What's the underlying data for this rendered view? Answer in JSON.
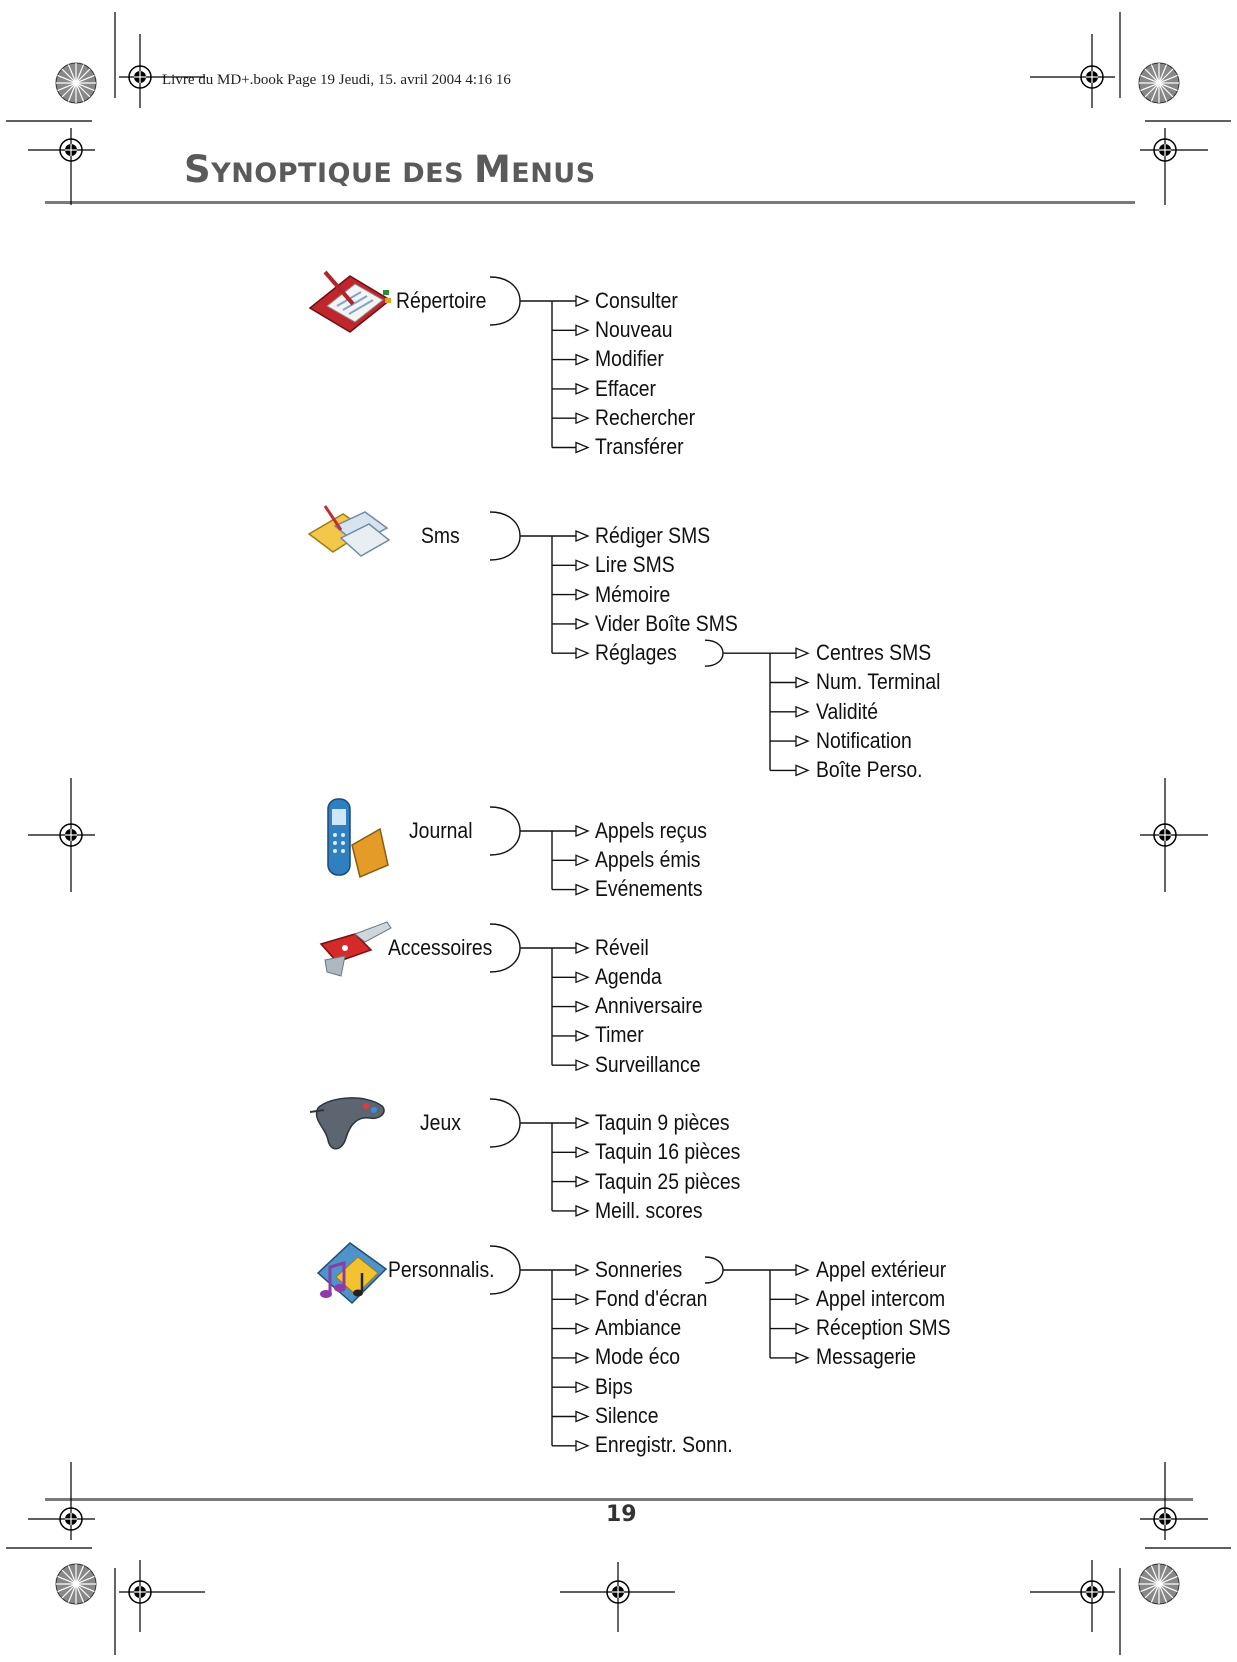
{
  "header": {
    "slug_line": "Livre du MD+.book  Page 19  Jeudi, 15. avril 2004  4:16 16",
    "title_parts": [
      {
        "text": "S",
        "size": "big"
      },
      {
        "text": "YNOPTIQUE DES ",
        "size": "small"
      },
      {
        "text": "M",
        "size": "big"
      },
      {
        "text": "ENUS",
        "size": "small"
      }
    ]
  },
  "menus": [
    {
      "label": "Répertoire",
      "icon": "address-book-icon",
      "items": [
        {
          "label": "Consulter"
        },
        {
          "label": "Nouveau"
        },
        {
          "label": "Modifier"
        },
        {
          "label": "Effacer"
        },
        {
          "label": "Rechercher"
        },
        {
          "label": "Transférer"
        }
      ]
    },
    {
      "label": "Sms",
      "icon": "sms-envelope-icon",
      "items": [
        {
          "label": "Rédiger SMS"
        },
        {
          "label": "Lire SMS"
        },
        {
          "label": "Mémoire"
        },
        {
          "label": "Vider Boîte SMS"
        },
        {
          "label": "Réglages",
          "sub": [
            {
              "label": "Centres SMS"
            },
            {
              "label": "Num. Terminal"
            },
            {
              "label": "Validité"
            },
            {
              "label": "Notification"
            },
            {
              "label": "Boîte Perso."
            }
          ]
        }
      ]
    },
    {
      "label": "Journal",
      "icon": "handset-icon",
      "items": [
        {
          "label": "Appels reçus"
        },
        {
          "label": "Appels émis"
        },
        {
          "label": "Evénements"
        }
      ]
    },
    {
      "label": "Accessoires",
      "icon": "swiss-knife-icon",
      "items": [
        {
          "label": "Réveil"
        },
        {
          "label": "Agenda"
        },
        {
          "label": "Anniversaire"
        },
        {
          "label": "Timer"
        },
        {
          "label": "Surveillance"
        }
      ]
    },
    {
      "label": "Jeux",
      "icon": "gamepad-icon",
      "items": [
        {
          "label": "Taquin 9 pièces"
        },
        {
          "label": "Taquin 16 pièces"
        },
        {
          "label": "Taquin 25 pièces"
        },
        {
          "label": "Meill. scores"
        }
      ]
    },
    {
      "label": "Personnalis.",
      "icon": "music-notes-icon",
      "items": [
        {
          "label": "Sonneries",
          "sub": [
            {
              "label": "Appel extérieur"
            },
            {
              "label": "Appel intercom"
            },
            {
              "label": "Réception SMS"
            },
            {
              "label": "Messagerie"
            }
          ]
        },
        {
          "label": "Fond d'écran"
        },
        {
          "label": "Ambiance"
        },
        {
          "label": "Mode éco"
        },
        {
          "label": "Bips"
        },
        {
          "label": "Silence"
        },
        {
          "label": "Enregistr. Sonn."
        }
      ]
    }
  ],
  "footer": {
    "page_number": "19"
  },
  "colors": {
    "rule": "#7a7a7a",
    "title": "#5a5a5a"
  }
}
